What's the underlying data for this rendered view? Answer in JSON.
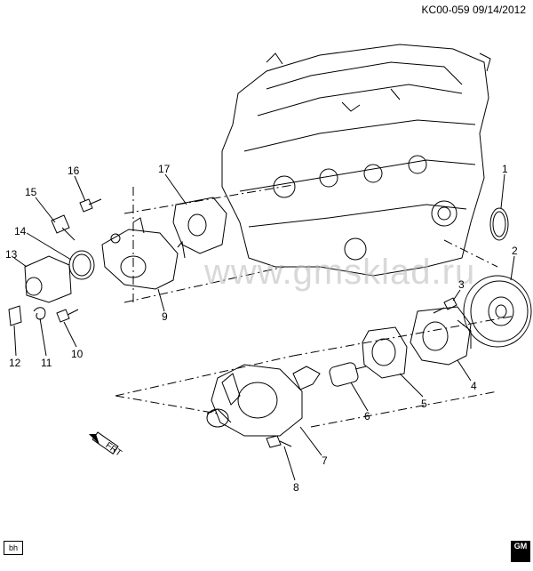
{
  "header": {
    "diagram_code": "KC00-059",
    "date": "09/14/2012"
  },
  "watermark": "www.gmsklad.ru",
  "footer": {
    "left_badge": "bh",
    "right_badge": "GM"
  },
  "arrow_label": "FRT",
  "callouts": {
    "c1": "1",
    "c2": "2",
    "c3": "3",
    "c4": "4",
    "c5": "5",
    "c6": "6",
    "c7": "7",
    "c8": "8",
    "c9": "9",
    "c10": "10",
    "c11": "11",
    "c12": "12",
    "c13": "13",
    "c14": "14",
    "c15": "15",
    "c16": "16",
    "c17": "17"
  },
  "colors": {
    "line": "#000000",
    "watermark": "#b9b9b9",
    "background": "#ffffff"
  }
}
